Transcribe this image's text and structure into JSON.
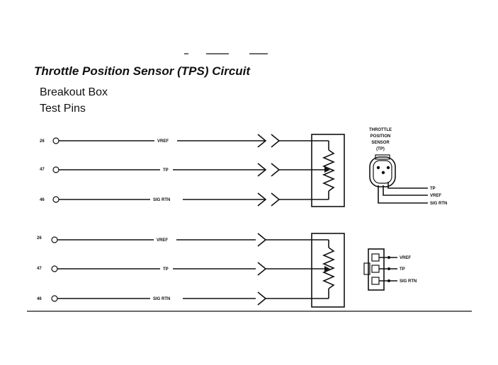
{
  "title": "Throttle Position Sensor (TPS) Circuit",
  "subtitle": [
    "Breakout Box",
    "Test Pins"
  ],
  "colors": {
    "ink": "#111111",
    "paper": "#ffffff"
  },
  "upper": {
    "rows": [
      {
        "pin": "26",
        "signal": "VREF"
      },
      {
        "pin": "47",
        "signal": "TP"
      },
      {
        "pin": "46",
        "signal": "SIG RTN"
      }
    ],
    "sensor_label": [
      "THROTTLE",
      "POSITION",
      "SENSOR",
      "(TP)"
    ],
    "sensor_leads": [
      "TP",
      "VREF",
      "SIG RTN"
    ]
  },
  "lower": {
    "rows": [
      {
        "pin": "26",
        "signal": "VREF"
      },
      {
        "pin": "47",
        "signal": "TP"
      },
      {
        "pin": "46",
        "signal": "SIG RTN"
      }
    ],
    "connector_leads": [
      "VREF",
      "TP",
      "SIG RTN"
    ]
  }
}
